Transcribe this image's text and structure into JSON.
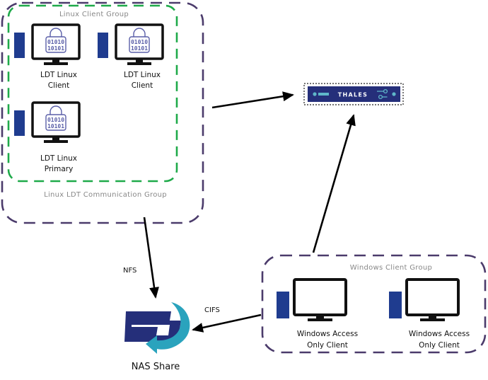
{
  "groups": {
    "linux_comm_group": {
      "label": "Linux LDT Communication Group",
      "border_color": "#4b3b6b"
    },
    "linux_client_group": {
      "label": "Linux Client Group",
      "border_color": "#1faa4a"
    },
    "windows_client_group": {
      "label": "Windows Client Group",
      "border_color": "#4b3b6b"
    }
  },
  "nodes": {
    "linux_client_1": {
      "label_line1": "LDT Linux",
      "label_line2": "Client",
      "icon": "locked-computer-icon",
      "lock_text_1": "01010",
      "lock_text_2": "10101"
    },
    "linux_client_2": {
      "label_line1": "LDT Linux",
      "label_line2": "Client",
      "icon": "locked-computer-icon",
      "lock_text_1": "01010",
      "lock_text_2": "10101"
    },
    "linux_primary": {
      "label_line1": "LDT Linux",
      "label_line2": "Primary",
      "icon": "locked-computer-icon",
      "lock_text_1": "01010",
      "lock_text_2": "10101"
    },
    "windows_client_1": {
      "label_line1": "Windows Access",
      "label_line2": "Only Client",
      "icon": "computer-icon"
    },
    "windows_client_2": {
      "label_line1": "Windows Access",
      "label_line2": "Only Client",
      "icon": "computer-icon"
    },
    "thales_appliance": {
      "label": "THALES",
      "icon": "hsm-appliance-icon"
    },
    "nas_share": {
      "label": "NAS Share",
      "icon": "nas-share-icon"
    }
  },
  "edges": {
    "nfs": {
      "label": "NFS",
      "from": "linux_comm_group",
      "to": "nas_share"
    },
    "cifs": {
      "label": "CIFS",
      "from": "windows_client_group",
      "to": "nas_share"
    },
    "linux_to_thales": {
      "label": "",
      "from": "linux_comm_group",
      "to": "thales_appliance"
    },
    "windows_to_thales": {
      "label": "",
      "from": "windows_client_group",
      "to": "thales_appliance"
    }
  },
  "colors": {
    "tower_blue": "#1f3c8f",
    "thales_navy": "#252f7a",
    "thales_accent": "#5fb7c9",
    "nas_navy": "#252f7a",
    "nas_teal": "#2aa3bd",
    "lock_purple": "#5a5fa8"
  }
}
